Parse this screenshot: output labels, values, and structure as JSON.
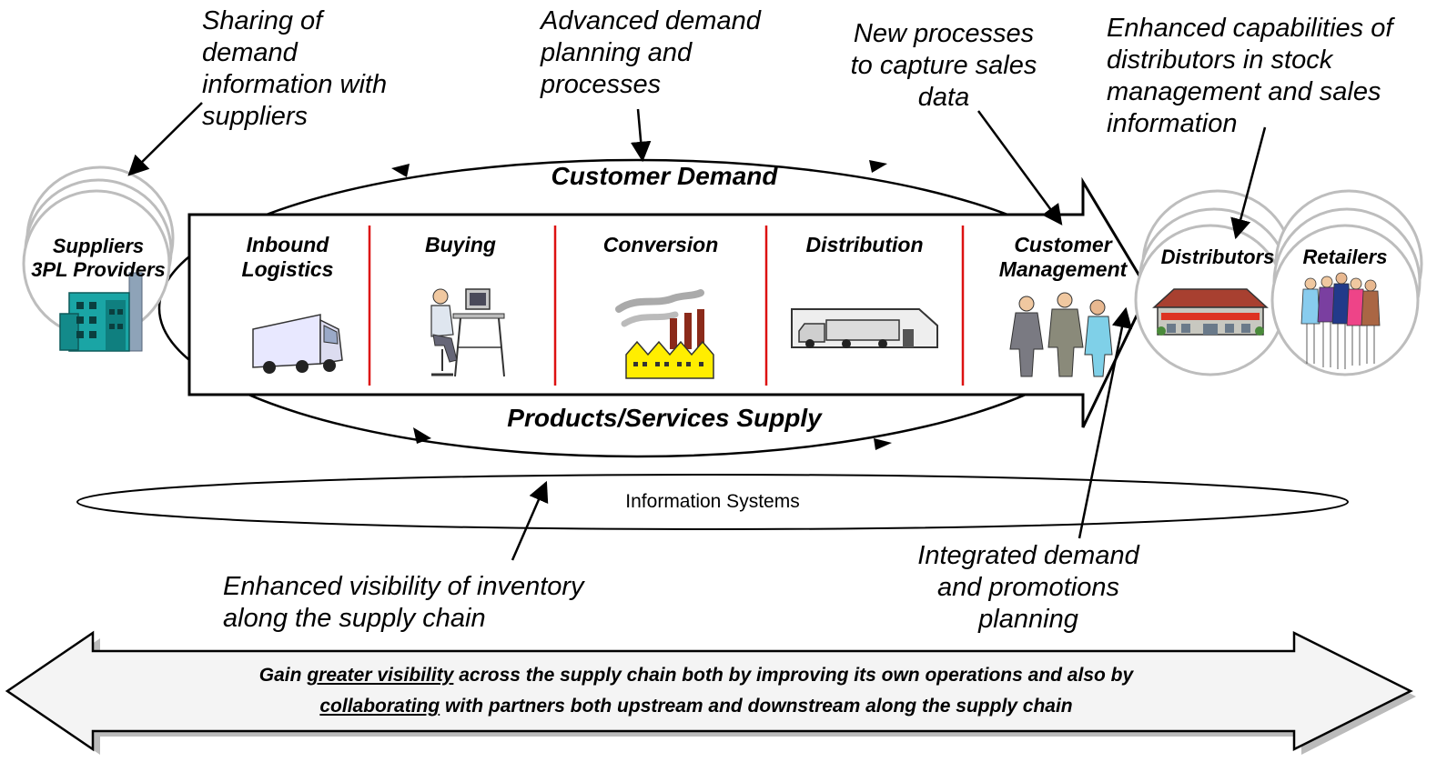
{
  "annotations": {
    "sharing": "Sharing of demand information with suppliers",
    "advanced": "Advanced demand planning and processes",
    "new_processes": "New processes to capture sales data",
    "enhanced_capabilities": "Enhanced capabilities of distributors in stock management and sales information",
    "inventory_visibility": "Enhanced visibility of inventory along the supply chain",
    "integrated_demand": "Integrated demand and promotions planning"
  },
  "flows": {
    "demand": "Customer Demand",
    "supply": "Products/Services Supply"
  },
  "value_chain_steps": [
    {
      "label": "Inbound Logistics",
      "icon": "truck-icon"
    },
    {
      "label": "Buying",
      "icon": "computer-worker-icon"
    },
    {
      "label": "Conversion",
      "icon": "factory-icon"
    },
    {
      "label": "Distribution",
      "icon": "warehouse-truck-icon"
    },
    {
      "label": "Customer Management",
      "icon": "business-people-icon"
    }
  ],
  "nodes": {
    "suppliers": {
      "label_line1": "Suppliers",
      "label_line2": "3PL Providers",
      "icon": "industrial-plant-icon"
    },
    "distributors": {
      "label": "Distributors",
      "icon": "store-building-icon"
    },
    "retailers": {
      "label": "Retailers",
      "icon": "people-group-icon"
    }
  },
  "information_systems": "Information Systems",
  "banner": {
    "part1": "Gain ",
    "underline1": "greater visibility",
    "part2": " across the supply chain both by improving its own operations and also by",
    "underline2": "collaborating",
    "part3": " with partners both upstream and downstream along the supply chain"
  },
  "colors": {
    "divider_red": "#dd1111",
    "factory_yellow": "#ffee00",
    "plant_teal": "#1aa5a5",
    "banner_fill": "#f4f4f4",
    "arrow_fill": "#f4f4f4"
  }
}
